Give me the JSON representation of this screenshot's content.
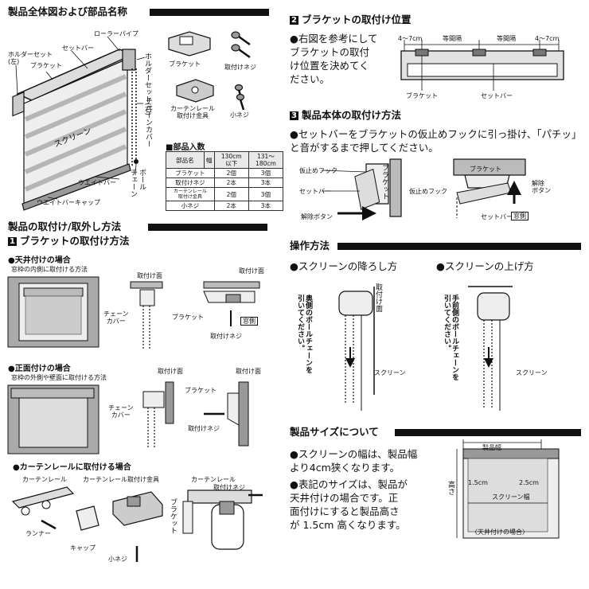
{
  "s1": {
    "title": "製品全体図および部品名称",
    "labels": {
      "holder_left": "ホルダーセット\n(左)",
      "bracket": "ブラケット",
      "set_bar": "セットバー",
      "roller_pipe": "ローラーパイプ",
      "holder_right": "ホルダーセット(右)",
      "chain_cover": "チェーンカバー",
      "screen": "スクリーン",
      "weight_bar": "ウエイトバー",
      "chain": "チェーン",
      "ball": "ボール",
      "weight_bar_cap": "ウエイトバーキャップ"
    },
    "parts": {
      "bracket": "ブラケット",
      "screw": "取付けネジ",
      "rail_fitting": "カーテンレール\n取付け金具",
      "small_screw": "小ネジ"
    },
    "table": {
      "title": "部品入数",
      "col_name": "部品名",
      "col_width": "幅",
      "col_a": "130cm\n以下",
      "col_b": "131〜\n180cm",
      "rows": [
        {
          "name": "ブラケット",
          "a": "2個",
          "b": "3個"
        },
        {
          "name": "取付けネジ",
          "a": "2本",
          "b": "3本"
        },
        {
          "name": "カーテンレール\n取付け金具",
          "a": "2個",
          "b": "3個"
        },
        {
          "name": "小ネジ",
          "a": "2本",
          "b": "3本"
        }
      ]
    }
  },
  "s2": {
    "num": "2",
    "title": "ブラケットの取付け位置",
    "body": "右図を参考にして\nブラケットの取付\nけ位置を決めてく\nださい。",
    "dim_edge_left": "4〜7cm",
    "dim_eq1": "等間隔",
    "dim_eq2": "等間隔",
    "dim_edge_right": "4〜7cm",
    "lbl_bracket": "ブラケット",
    "lbl_set_bar": "セットバー"
  },
  "s3": {
    "num": "3",
    "title": "製品本体の取付け方法",
    "body": "セットバーをブラケットの仮止めフックに引っ掛け、「パチッ」\nと音がするまで押してください。",
    "l_hook": "仮止めフック",
    "l_bracket_v": "ブラケット",
    "l_set_bar": "セットバー",
    "l_release": "解除ボタン",
    "r_bracket": "ブラケット",
    "r_hook": "仮止めフック",
    "r_release": "解除\nボタン",
    "r_set_bar": "セットバー",
    "r_side": "窓側"
  },
  "s4": {
    "title": "製品の取付け/取外し方法",
    "num": "1",
    "sub": "ブラケットの取付け方法",
    "ceiling": {
      "title": "天井付けの場合",
      "caption": "窓枠の内側に取付ける方法",
      "mount_face": "取付け面",
      "chain_cover": "チェーン\nカバー",
      "mount_face2": "取付け面",
      "bracket": "ブラケット",
      "side": "窓側",
      "screw": "取付けネジ"
    },
    "front": {
      "title": "正面付けの場合",
      "caption": "窓枠の外側や壁面に取付ける方法",
      "mount_face": "取付け面",
      "chain_cover": "チェーン\nカバー",
      "mount_face2": "取付け面",
      "bracket": "ブラケット",
      "screw": "取付けネジ"
    },
    "rail": {
      "title": "カーテンレールに取付ける場合",
      "curtain_rail": "カーテンレール",
      "fitting": "カーテンレール取付け金具",
      "runner": "ランナー",
      "cap": "キャップ",
      "small_screw": "小ネジ",
      "bracket_v": "ブラケット",
      "curtain_rail2": "カーテンレール",
      "screw": "取付けネジ"
    }
  },
  "s5": {
    "title": "操作方法",
    "lower": {
      "title": "スクリーンの降ろし方",
      "instr": "奥側のボールチェーンを\n引いてください。",
      "mount_face": "取付け面",
      "screen": "スクリーン"
    },
    "raise": {
      "title": "スクリーンの上げ方",
      "instr": "手前側のボールチェーンを\n引いてください。",
      "screen": "スクリーン"
    }
  },
  "s6": {
    "title": "製品サイズについて",
    "b1": "スクリーンの幅は、製品幅\nより4cm狭くなります。",
    "b2": "表記のサイズは、製品が\n天井付けの場合です。正\n面付けにすると製品高さ\nが 1.5cm 高くなります。",
    "product_width": "製品幅",
    "height": "高さ",
    "dim_left": "1.5cm",
    "dim_right": "2.5cm",
    "screen_width": "スクリーン幅",
    "note": "〈天井付けの場合〉"
  },
  "icons": {
    "bullet": "●",
    "square": "■"
  }
}
